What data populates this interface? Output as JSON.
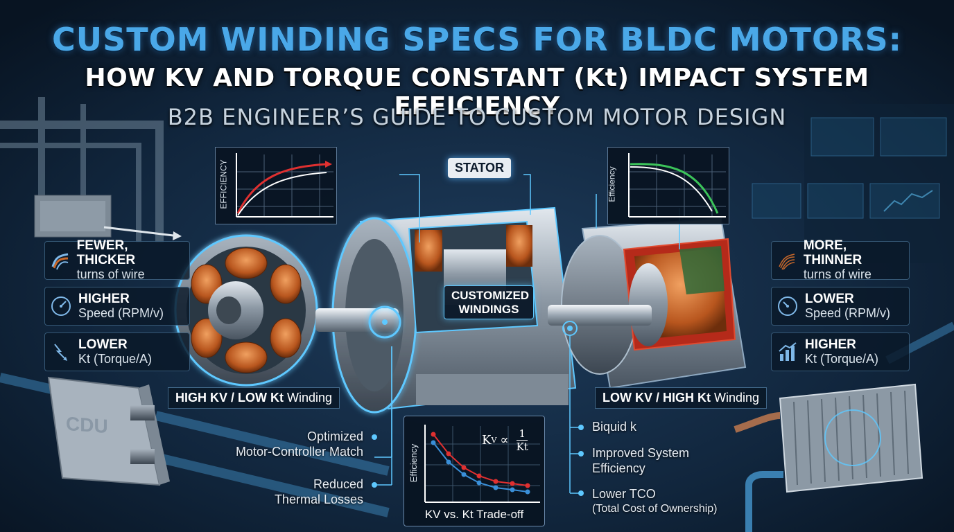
{
  "header": {
    "title_line1": "CUSTOM WINDING SPECS FOR BLDC MOTORS:",
    "title_line2": "HOW KV AND TORQUE CONSTANT (Kt) IMPACT SYSTEM EFFICIENCY",
    "subtitle": "B2B ENGINEER’S GUIDE TO CUSTOM MOTOR DESIGN"
  },
  "callouts": {
    "stator": "STATOR",
    "customized_windings_line1": "CUSTOMIZED",
    "customized_windings_line2": "WINDINGS",
    "cdu": "CDU"
  },
  "left_panel": {
    "features": [
      {
        "head": "FEWER, THICKER",
        "sub": "turns of wire",
        "icon": "thick-wire-icon"
      },
      {
        "head": "HIGHER",
        "sub": "Speed (RPM/v)",
        "icon": "speedometer-icon"
      },
      {
        "head": "LOWER",
        "sub": "Kt (Torque/A)",
        "icon": "down-arrow-icon"
      }
    ],
    "winding_bold": "HIGH KV / LOW Kt",
    "winding_rest": " Winding",
    "chart_ylabel": "EFFICIENCY"
  },
  "right_panel": {
    "features": [
      {
        "head": "MORE, THINNER",
        "sub": "turns of wire",
        "icon": "thin-wire-icon"
      },
      {
        "head": "LOWER",
        "sub": "Speed (RPM/v)",
        "icon": "speedometer-icon"
      },
      {
        "head": "HIGHER",
        "sub": "Kt (Torque/A)",
        "icon": "bar-chart-up-icon"
      }
    ],
    "winding_bold": "LOW KV / HIGH Kt",
    "winding_rest": " Winding",
    "chart_ylabel": "Efficiency"
  },
  "benefits_left": [
    {
      "line1": "Optimized",
      "line2": "Motor-Controller Match"
    },
    {
      "line1": "Reduced",
      "line2": "Thermal Losses"
    }
  ],
  "benefits_right": [
    {
      "line1": "Biquid k",
      "line2": ""
    },
    {
      "line1": "Improved System",
      "line2": "Efficiency"
    },
    {
      "line1": "Lower TCO",
      "line2": "(Total Cost of Ownership)"
    }
  ],
  "tradeoff_chart": {
    "ylabel": "Efficiency",
    "caption": "KV vs. Kt Trade-off",
    "formula_lhs": "K",
    "formula_sub": "V",
    "formula_op": "∝",
    "formula_num": "1",
    "formula_den": "Kt"
  },
  "colors": {
    "title_blue": "#4aa8e8",
    "accent_cyan": "#5ec8ff",
    "copper": "#c8682a",
    "red_curve": "#e03030",
    "green_curve": "#3cc45a",
    "blue_curve": "#3a8fd8"
  }
}
